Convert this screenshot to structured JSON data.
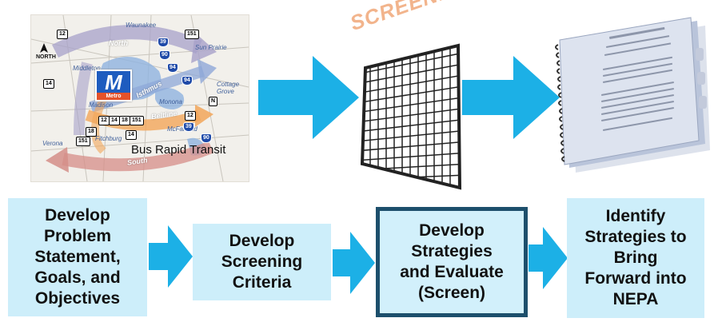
{
  "colors": {
    "arrow_blue": "#1cb0e6",
    "box_fill": "#cdeefa",
    "box3_border": "#1d4f6c",
    "screening_text": "#f2b48c"
  },
  "top_row": {
    "map": {
      "caption": "Bus Rapid Transit",
      "north_label": "NORTH",
      "logo_text": "M",
      "logo_subtext": "Metro",
      "corridor_labels": [
        "North",
        "Isthmus",
        "Beltline",
        "South"
      ],
      "place_labels": [
        "Waunakee",
        "Sun Prairie",
        "Middleton",
        "Madison",
        "Monona",
        "Cottage Grove",
        "Fitchburg",
        "McFarland",
        "Verona"
      ],
      "route_shields": [
        "12",
        "151",
        "14",
        "12",
        "14",
        "18",
        "151",
        "12",
        "18",
        "151",
        "14",
        "N"
      ],
      "interstate_shields": [
        "39",
        "90",
        "94",
        "94",
        "39",
        "90"
      ]
    },
    "screening_label": "SCREENING",
    "report_icon": "spiral-bound-report-icon"
  },
  "steps": [
    {
      "label": "Develop\nProblem\nStatement,\nGoals, and\nObjectives"
    },
    {
      "label": "Develop\nScreening\nCriteria"
    },
    {
      "label": "Develop\nStrategies\nand Evaluate\n(Screen)"
    },
    {
      "label": "Identify\nStrategies to\nBring\nForward into\nNEPA"
    }
  ]
}
